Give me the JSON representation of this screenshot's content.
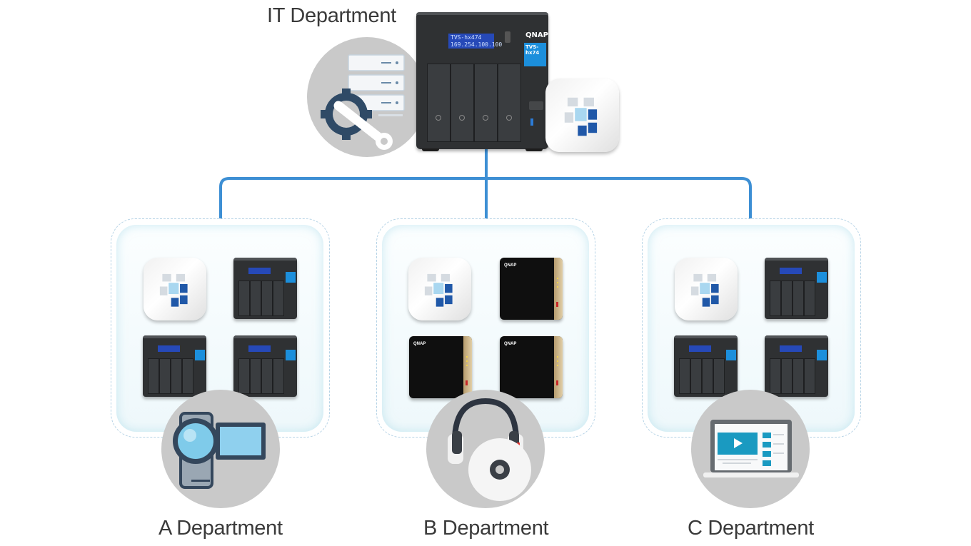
{
  "diagram": {
    "title_top": "IT Department",
    "central_nas": {
      "model_lcd_line1": "TVS-hx474",
      "model_lcd_line2": "169.254.100.100",
      "brand": "QNAP",
      "model_sticker": "TVS-hx74"
    },
    "connector_color": "#3d8fd4",
    "departments": [
      {
        "label": "A Department",
        "icon": "video-camera-icon",
        "devices": [
          "cube-app-icon",
          "nas-tvs-hx74",
          "nas-tvs-hx74",
          "nas-tvs-hx74"
        ]
      },
      {
        "label": "B Department",
        "icon": "headphones-cd-icon",
        "devices": [
          "cube-app-icon",
          "nas-ts-x64-black-gold",
          "nas-ts-x64-black-gold",
          "nas-ts-x64-black-gold"
        ]
      },
      {
        "label": "C Department",
        "icon": "laptop-video-icon",
        "devices": [
          "cube-app-icon",
          "nas-tvs-hx74",
          "nas-tvs-hx74",
          "nas-tvs-hx74"
        ]
      }
    ],
    "brand_small": "QNAP"
  }
}
